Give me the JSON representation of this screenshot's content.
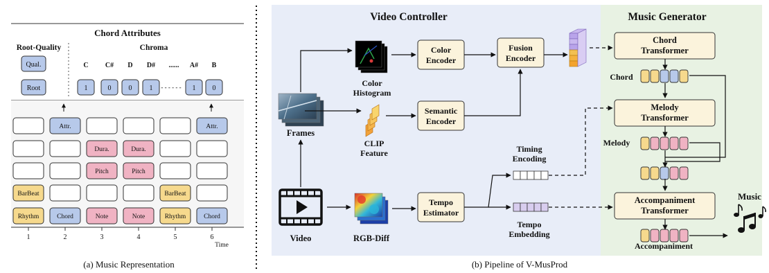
{
  "panel_a": {
    "chord_attributes_title": "Chord Attributes",
    "root_quality_label": "Root-Quality",
    "chroma_label": "Chroma",
    "qual_label": "Qual.",
    "root_label": "Root",
    "chroma_notes": [
      "C",
      "C#",
      "D",
      "D#",
      "......",
      "A#",
      "B"
    ],
    "chroma_values": [
      "1",
      "0",
      "0",
      "1",
      "1",
      "0"
    ],
    "chroma_dash": "- - - - - -",
    "grid_rows": [
      [
        "",
        "Attr.",
        "",
        "",
        "",
        "Attr."
      ],
      [
        "",
        "",
        "Dura.",
        "Dura.",
        "",
        ""
      ],
      [
        "",
        "",
        "Pitch",
        "Pitch",
        "",
        ""
      ],
      [
        "BarBeat",
        "",
        "",
        "",
        "BarBeat",
        ""
      ],
      [
        "Rhythm",
        "Chord",
        "Note",
        "Note",
        "Rhythm",
        "Chord"
      ]
    ],
    "timeline_ticks": [
      "1",
      "2",
      "3",
      "4",
      "5",
      "6"
    ],
    "time_label": "Time",
    "caption": "(a) Music Representation"
  },
  "panel_b": {
    "video_controller_title": "Video Controller",
    "music_generator_title": "Music Generator",
    "color_encoder_line1": "Color",
    "color_encoder_line2": "Encoder",
    "fusion_encoder_line1": "Fusion",
    "fusion_encoder_line2": "Encoder",
    "semantic_encoder_line1": "Semantic",
    "semantic_encoder_line2": "Encoder",
    "tempo_estimator_line1": "Tempo",
    "tempo_estimator_line2": "Estimator",
    "color_histogram_line1": "Color",
    "color_histogram_line2": "Histogram",
    "clip_feature_line1": "CLIP",
    "clip_feature_line2": "Feature",
    "frames_label": "Frames",
    "video_label": "Video",
    "rgb_diff_label": "RGB-Diff",
    "timing_encoding_line1": "Timing",
    "timing_encoding_line2": "Encoding",
    "tempo_embedding_line1": "Tempo",
    "tempo_embedding_line2": "Embedding",
    "chord_transformer_line1": "Chord",
    "chord_transformer_line2": "Transformer",
    "melody_transformer_line1": "Melody",
    "melody_transformer_line2": "Transformer",
    "accompaniment_transformer_line1": "Accompaniment",
    "accompaniment_transformer_line2": "Transformer",
    "chord_label": "Chord",
    "melody_label": "Melody",
    "accompaniment_label": "Accompaniment",
    "music_label": "Music",
    "caption": "(b) Pipeline of V-MusProd"
  },
  "colors": {
    "video_controller_bg": "#e8edf8",
    "music_generator_bg": "#e8f2e3",
    "module_fill": "#fbf3dc",
    "blue_token": "#b7c9ea",
    "pink_token": "#f0b3c3",
    "yellow_token": "#f6d98d",
    "purple_token": "#d8cdef"
  }
}
